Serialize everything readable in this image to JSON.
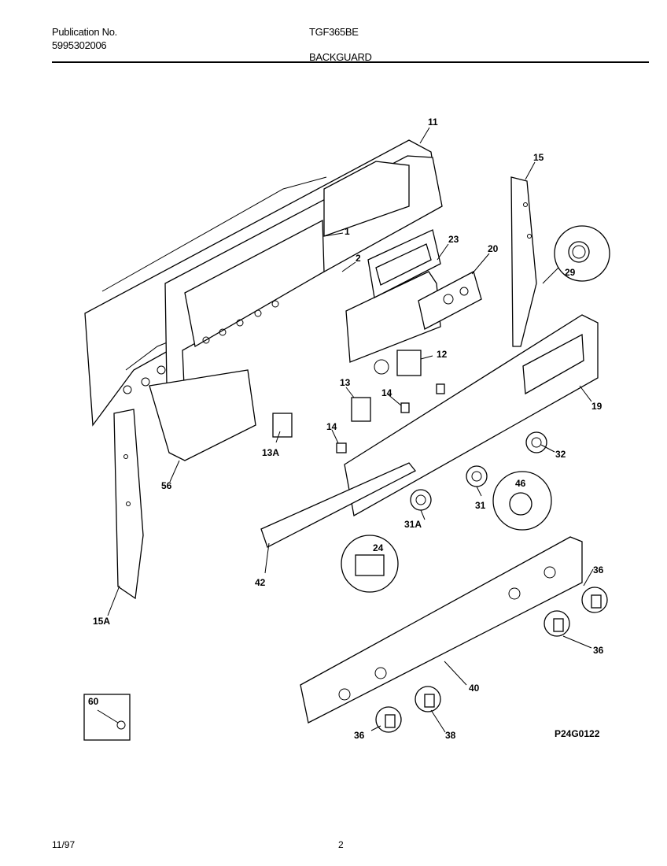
{
  "header": {
    "publication_label": "Publication No.",
    "publication_number": "5995302006",
    "model": "TGF365BE",
    "section": "BACKGUARD"
  },
  "diagram": {
    "part_labels": [
      "11",
      "1",
      "2",
      "23",
      "20",
      "15",
      "29",
      "12",
      "13",
      "14",
      "14",
      "13A",
      "19",
      "32",
      "46",
      "31",
      "31A",
      "24",
      "42",
      "56",
      "15A",
      "36",
      "36",
      "36",
      "38",
      "40",
      "60"
    ],
    "drawing_code": "P24G0122"
  },
  "footer": {
    "date": "11/97",
    "page": "2"
  }
}
